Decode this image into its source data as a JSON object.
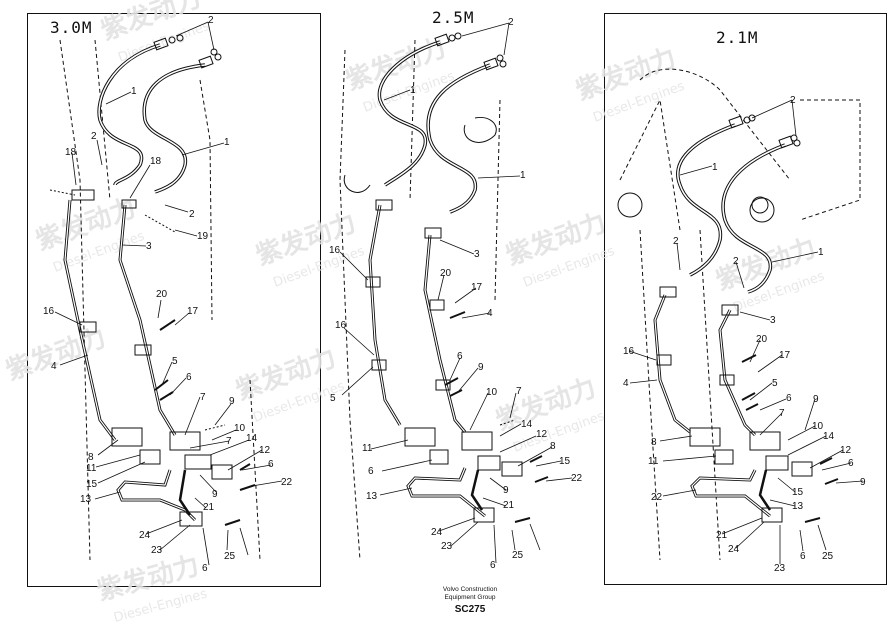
{
  "panels": [
    {
      "title": "3.0M"
    },
    {
      "title": "2.5M"
    },
    {
      "title": "2.1M"
    }
  ],
  "caption": {
    "company_line1": "Volvo Construction",
    "company_line2": "Equipment Group",
    "code": "SC275"
  },
  "watermark": {
    "chinese": "紫发动力",
    "english": "Diesel-Engines"
  },
  "callouts": {
    "p1": [
      "2",
      "1",
      "2",
      "18",
      "18",
      "1",
      "2",
      "19",
      "3",
      "20",
      "17",
      "16",
      "4",
      "5",
      "6",
      "7",
      "9",
      "10",
      "14",
      "12",
      "6",
      "7",
      "8",
      "11",
      "15",
      "9",
      "22",
      "13",
      "21",
      "24",
      "23",
      "6",
      "25"
    ],
    "p2": [
      "2",
      "1",
      "1",
      "3",
      "16",
      "20",
      "17",
      "4",
      "16",
      "5",
      "6",
      "9",
      "7",
      "10",
      "14",
      "12",
      "8",
      "11",
      "6",
      "15",
      "9",
      "22",
      "13",
      "21",
      "24",
      "23",
      "6",
      "25"
    ],
    "p3": [
      "2",
      "1",
      "2",
      "2",
      "1",
      "3",
      "20",
      "17",
      "16",
      "4",
      "5",
      "6",
      "7",
      "9",
      "10",
      "14",
      "12",
      "8",
      "11",
      "6",
      "15",
      "9",
      "22",
      "13",
      "21",
      "24",
      "23",
      "6",
      "25"
    ]
  }
}
